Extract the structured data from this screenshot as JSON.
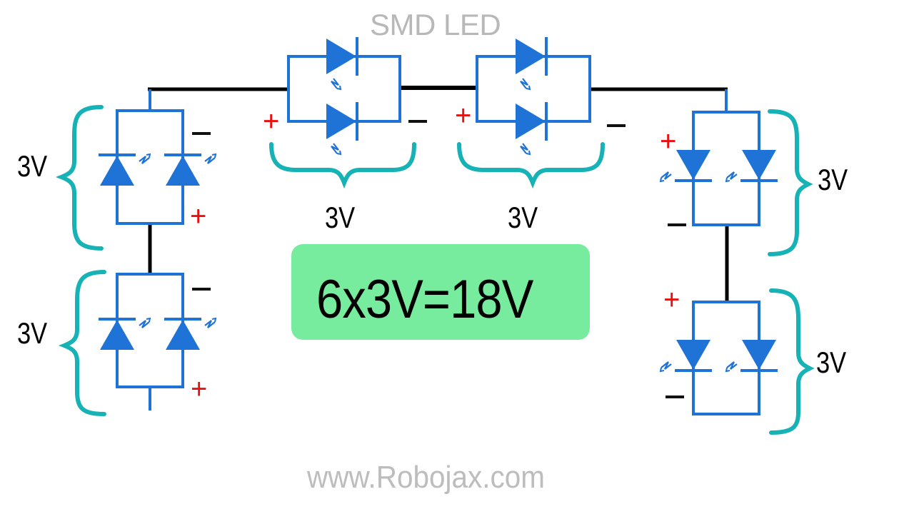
{
  "title": "SMD LED",
  "colors": {
    "wire_blue": "#1f72d6",
    "wire_black": "#000000",
    "brace_teal": "#17b2b5",
    "plus_red": "#e81010",
    "total_box_green": "#77ec9e",
    "title_gray": "#b8b8b8"
  },
  "groups": [
    {
      "id": "left-top",
      "orientation": "vertical",
      "voltage": "3V",
      "leds_in_parallel": 2,
      "plus": "+",
      "minus": "−"
    },
    {
      "id": "left-bottom",
      "orientation": "vertical",
      "voltage": "3V",
      "leds_in_parallel": 2,
      "plus": "+",
      "minus": "−"
    },
    {
      "id": "top-center-1",
      "orientation": "horizontal",
      "voltage": "3V",
      "leds_in_parallel": 2,
      "plus": "+",
      "minus": "−"
    },
    {
      "id": "top-center-2",
      "orientation": "horizontal",
      "voltage": "3V",
      "leds_in_parallel": 2,
      "plus": "+",
      "minus": "−"
    },
    {
      "id": "right-top",
      "orientation": "vertical",
      "voltage": "3V",
      "leds_in_parallel": 2,
      "plus": "+",
      "minus": "−"
    },
    {
      "id": "right-bottom",
      "orientation": "vertical",
      "voltage": "3V",
      "leds_in_parallel": 2,
      "plus": "+",
      "minus": "−"
    }
  ],
  "total": {
    "count": 6,
    "per_group_voltage": "3V",
    "label": "6x3V=18V"
  },
  "footer": "www.Robojax.com",
  "icons": [
    "led-diode-icon",
    "light-emission-arrows-icon",
    "curly-brace-icon"
  ]
}
